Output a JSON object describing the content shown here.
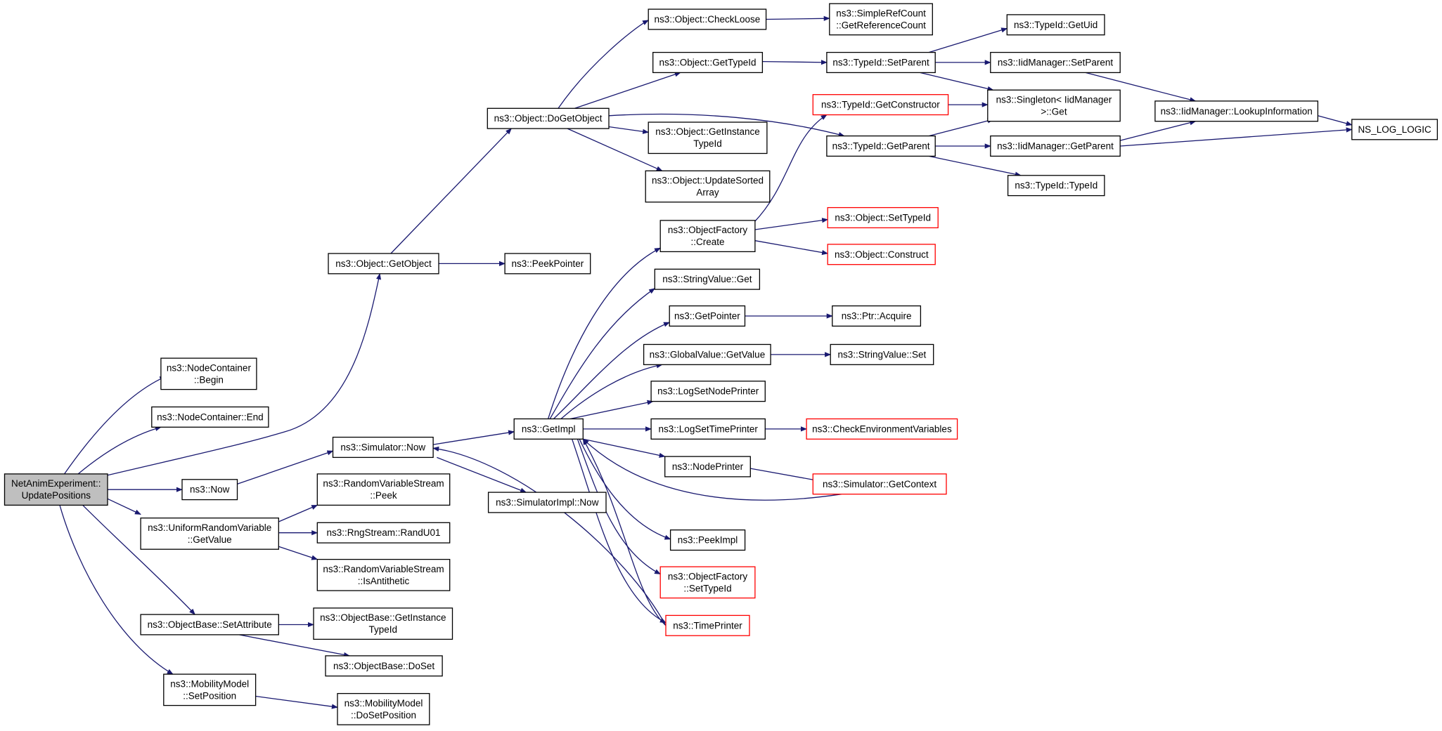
{
  "colors": {
    "edge": "#191970",
    "node_border": "#000000",
    "truncated_border": "#ff0000",
    "root_fill": "#bfbfbf"
  },
  "nodes": [
    {
      "id": "root",
      "lines": [
        "NetAnimExperiment::",
        "UpdatePositions"
      ],
      "root": true
    },
    {
      "id": "nc_begin",
      "lines": [
        "ns3::NodeContainer",
        "::Begin"
      ]
    },
    {
      "id": "nc_end",
      "lines": [
        "ns3::NodeContainer::End"
      ]
    },
    {
      "id": "now",
      "lines": [
        "ns3::Now"
      ]
    },
    {
      "id": "urv_getvalue",
      "lines": [
        "ns3::UniformRandomVariable",
        "::GetValue"
      ]
    },
    {
      "id": "ob_setattr",
      "lines": [
        "ns3::ObjectBase::SetAttribute"
      ]
    },
    {
      "id": "mm_setpos",
      "lines": [
        "ns3::MobilityModel",
        "::SetPosition"
      ]
    },
    {
      "id": "obj_getobject",
      "lines": [
        "ns3::Object::GetObject"
      ]
    },
    {
      "id": "sim_now",
      "lines": [
        "ns3::Simulator::Now"
      ]
    },
    {
      "id": "rvs_peek",
      "lines": [
        "ns3::RandomVariableStream",
        "::Peek"
      ]
    },
    {
      "id": "rng_randu01",
      "lines": [
        "ns3::RngStream::RandU01"
      ]
    },
    {
      "id": "rvs_isanti",
      "lines": [
        "ns3::RandomVariableStream",
        "::IsAntithetic"
      ]
    },
    {
      "id": "ob_getinst",
      "lines": [
        "ns3::ObjectBase::GetInstance",
        "TypeId"
      ]
    },
    {
      "id": "ob_doset",
      "lines": [
        "ns3::ObjectBase::DoSet"
      ]
    },
    {
      "id": "mm_dosetpos",
      "lines": [
        "ns3::MobilityModel",
        "::DoSetPosition"
      ]
    },
    {
      "id": "obj_dogetobject",
      "lines": [
        "ns3::Object::DoGetObject"
      ]
    },
    {
      "id": "peekpointer",
      "lines": [
        "ns3::PeekPointer"
      ]
    },
    {
      "id": "getimpl",
      "lines": [
        "ns3::GetImpl"
      ]
    },
    {
      "id": "simimpl_now",
      "lines": [
        "ns3::SimulatorImpl::Now"
      ]
    },
    {
      "id": "obj_checkloose",
      "lines": [
        "ns3::Object::CheckLoose"
      ]
    },
    {
      "id": "obj_gettypeid",
      "lines": [
        "ns3::Object::GetTypeId"
      ]
    },
    {
      "id": "obj_getinsttypeid",
      "lines": [
        "ns3::Object::GetInstance",
        "TypeId"
      ]
    },
    {
      "id": "obj_updatesorted",
      "lines": [
        "ns3::Object::UpdateSorted",
        "Array"
      ]
    },
    {
      "id": "of_create",
      "lines": [
        "ns3::ObjectFactory",
        "::Create"
      ]
    },
    {
      "id": "sv_get",
      "lines": [
        "ns3::StringValue::Get"
      ]
    },
    {
      "id": "getpointer",
      "lines": [
        "ns3::GetPointer"
      ]
    },
    {
      "id": "gv_getvalue",
      "lines": [
        "ns3::GlobalValue::GetValue"
      ]
    },
    {
      "id": "logsetnodeprinter",
      "lines": [
        "ns3::LogSetNodePrinter"
      ]
    },
    {
      "id": "logsettimeprinter",
      "lines": [
        "ns3::LogSetTimePrinter"
      ]
    },
    {
      "id": "nodeprinter",
      "lines": [
        "ns3::NodePrinter"
      ]
    },
    {
      "id": "peekimpl",
      "lines": [
        "ns3::PeekImpl"
      ]
    },
    {
      "id": "of_settypeid",
      "lines": [
        "ns3::ObjectFactory",
        "::SetTypeId"
      ],
      "truncated": true
    },
    {
      "id": "timeprinter",
      "lines": [
        "ns3::TimePrinter"
      ],
      "truncated": true
    },
    {
      "id": "src_getrefcount",
      "lines": [
        "ns3::SimpleRefCount",
        "::GetReferenceCount"
      ]
    },
    {
      "id": "tid_setparent",
      "lines": [
        "ns3::TypeId::SetParent"
      ]
    },
    {
      "id": "tid_getconstructor",
      "lines": [
        "ns3::TypeId::GetConstructor"
      ],
      "truncated": true
    },
    {
      "id": "tid_getparent",
      "lines": [
        "ns3::TypeId::GetParent"
      ]
    },
    {
      "id": "obj_settypeid",
      "lines": [
        "ns3::Object::SetTypeId"
      ],
      "truncated": true
    },
    {
      "id": "obj_construct",
      "lines": [
        "ns3::Object::Construct"
      ],
      "truncated": true
    },
    {
      "id": "ptr_acquire",
      "lines": [
        "ns3::Ptr::Acquire"
      ]
    },
    {
      "id": "sv_set",
      "lines": [
        "ns3::StringValue::Set"
      ]
    },
    {
      "id": "checkenv",
      "lines": [
        "ns3::CheckEnvironmentVariables"
      ],
      "truncated": true
    },
    {
      "id": "sim_getcontext",
      "lines": [
        "ns3::Simulator::GetContext"
      ],
      "truncated": true
    },
    {
      "id": "tid_getuid",
      "lines": [
        "ns3::TypeId::GetUid"
      ]
    },
    {
      "id": "iid_setparent",
      "lines": [
        "ns3::IidManager::SetParent"
      ]
    },
    {
      "id": "singleton_get",
      "lines": [
        "ns3::Singleton< IidManager",
        " >::Get"
      ]
    },
    {
      "id": "iid_getparent",
      "lines": [
        "ns3::IidManager::GetParent"
      ]
    },
    {
      "id": "tid_typeid",
      "lines": [
        "ns3::TypeId::TypeId"
      ]
    },
    {
      "id": "iid_lookup",
      "lines": [
        "ns3::IidManager::LookupInformation"
      ]
    },
    {
      "id": "ns_log_logic",
      "lines": [
        "NS_LOG_LOGIC"
      ]
    }
  ]
}
